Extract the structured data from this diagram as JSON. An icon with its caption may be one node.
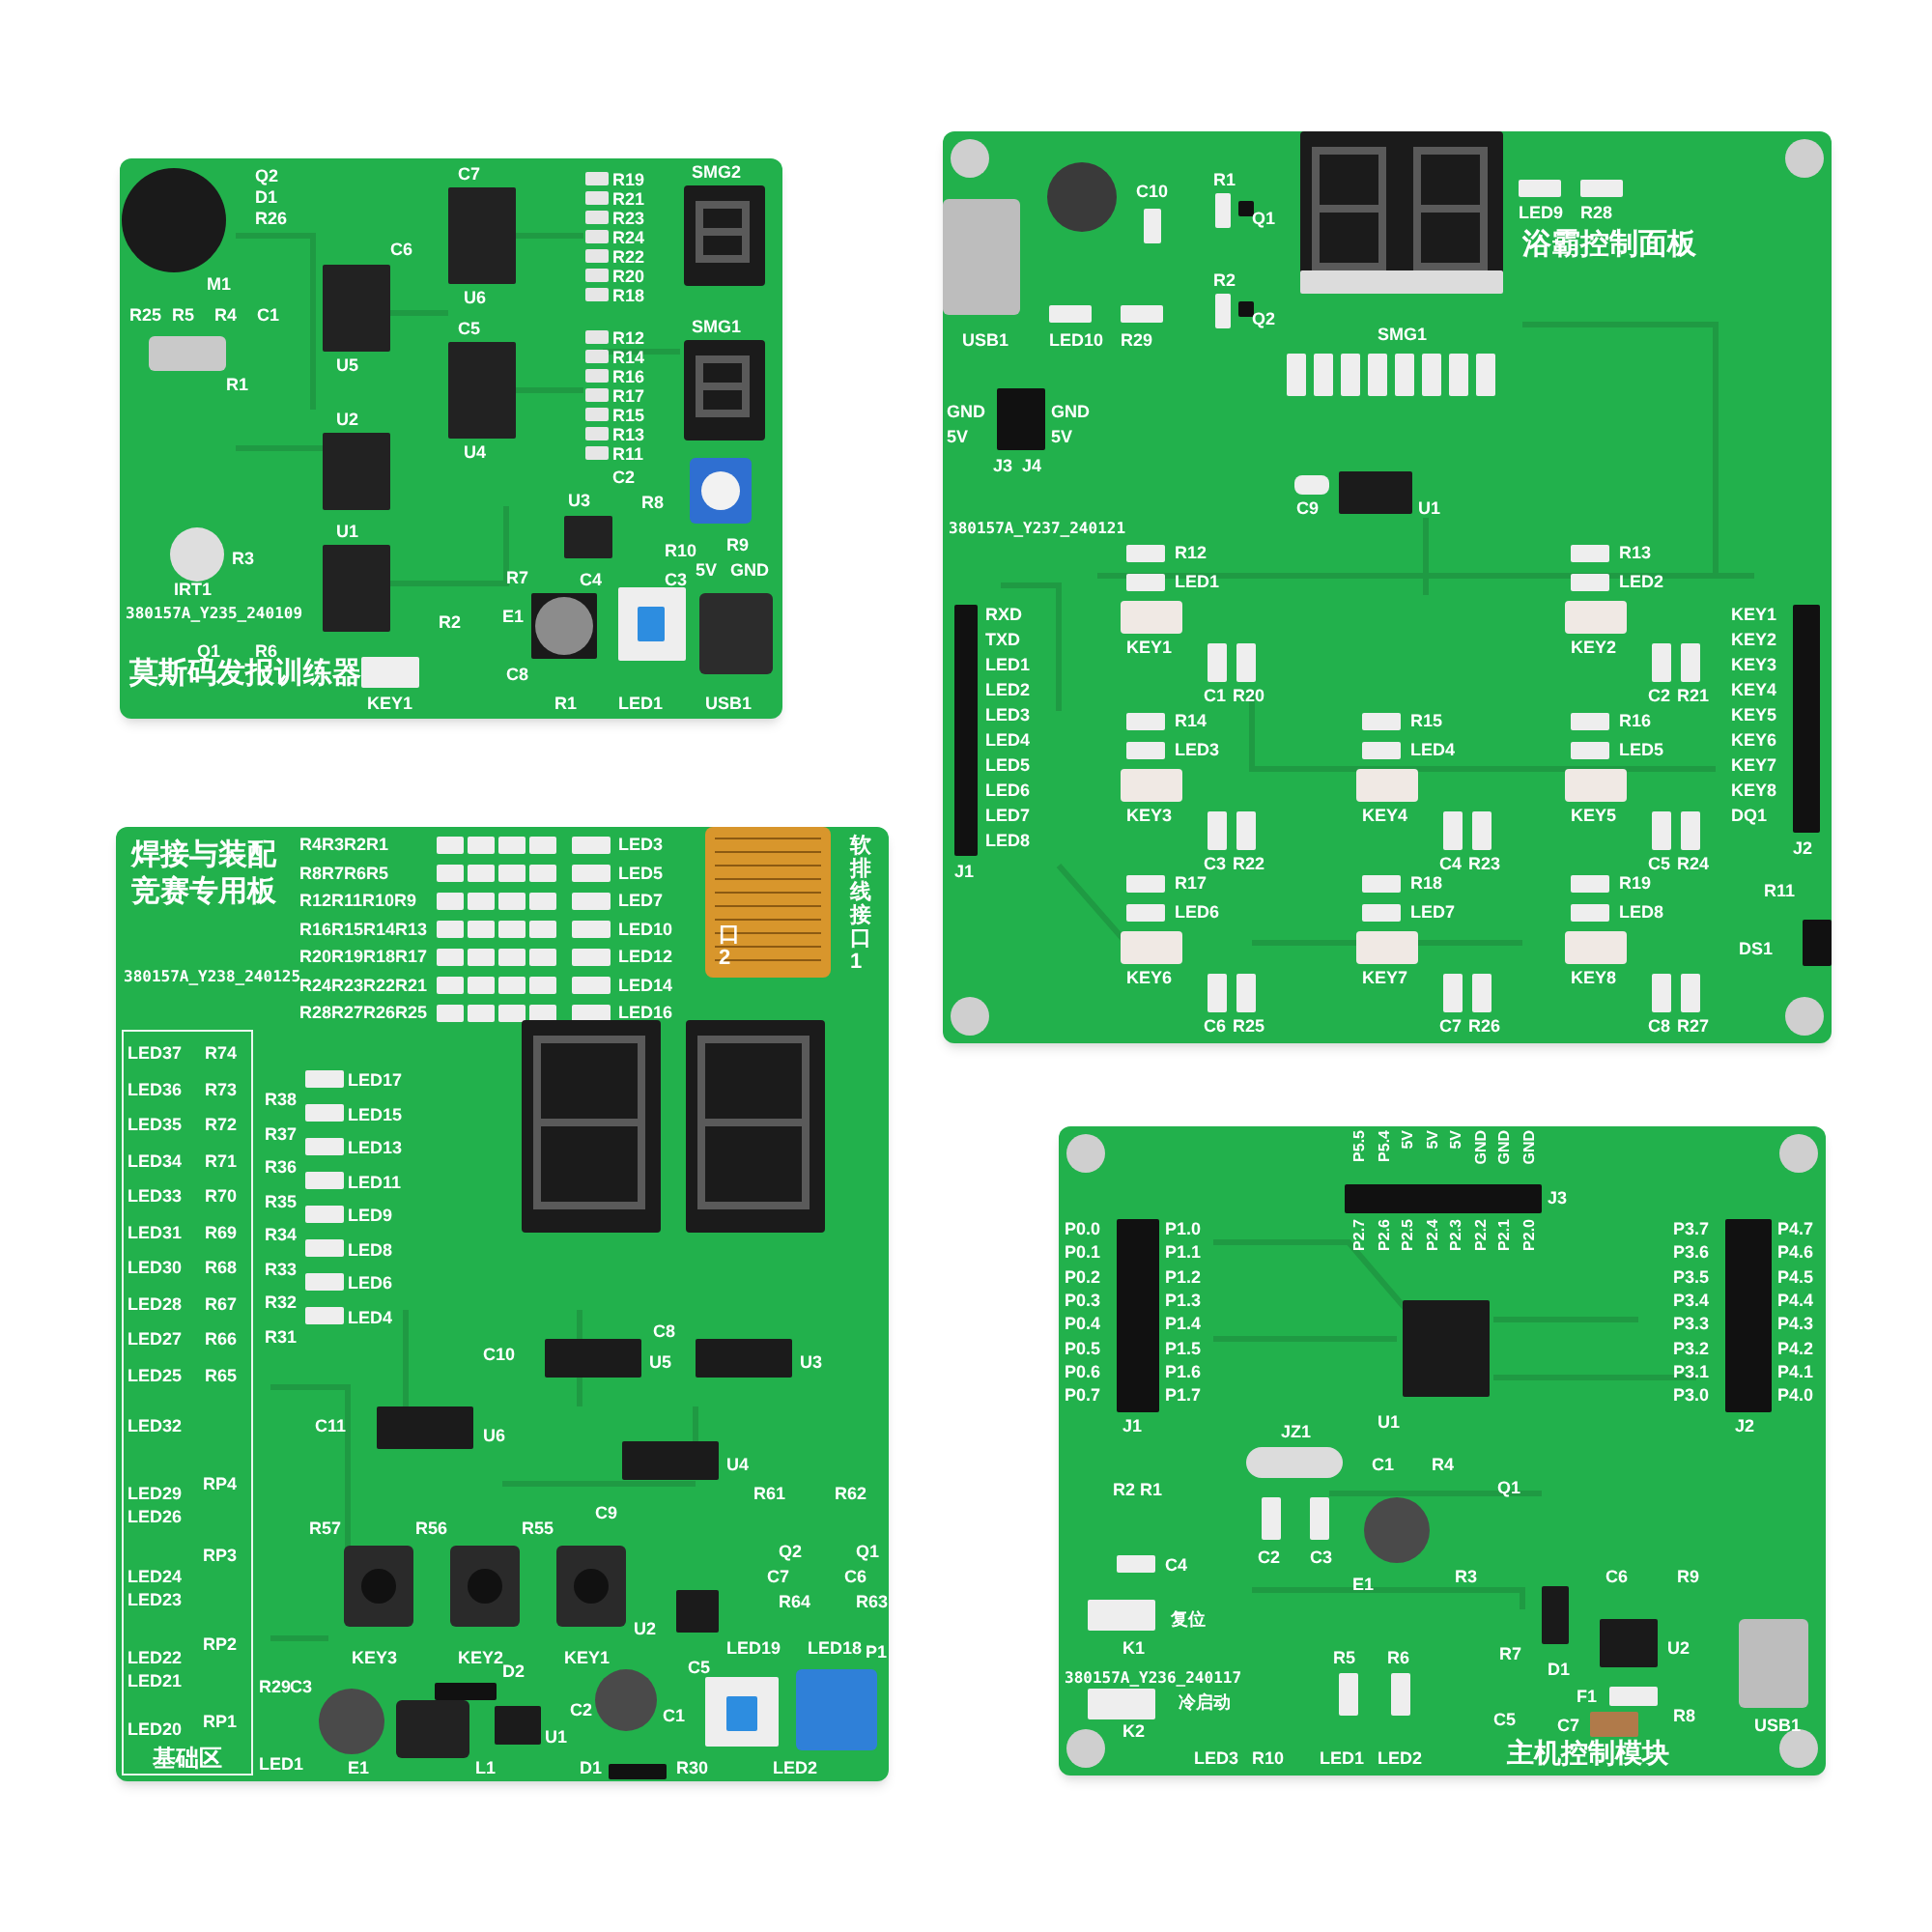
{
  "diagram": {
    "nodes": [
      {
        "text": [
          "莫斯码发报训练器"
        ]
      },
      {
        "text": [
          "浴霸控制面板"
        ]
      },
      {
        "text": [
          "焊接与装配竞赛专用板"
        ]
      },
      {
        "text": [
          "主机控制模块"
        ]
      },
      {
        "text": [
          "基础区"
        ],
        "in": 2
      }
    ],
    "labels": [
      "Q2",
      "D1",
      "R26",
      "M1",
      "R25",
      "R5",
      "R4",
      "C1",
      "R1",
      "C6",
      "U5",
      "C7",
      "U6",
      "R19",
      "R21",
      "R23",
      "R24",
      "R22",
      "R20",
      "R18",
      "SMG2",
      "C5",
      "U4",
      "R12",
      "R14",
      "R16",
      "R17",
      "R15",
      "R13",
      "R11",
      "SMG1",
      "U2",
      "U1",
      "R3",
      "IRT1",
      "380157A_Y235_240109",
      "Q1",
      "R6",
      "R2",
      "C2",
      "U3",
      "R8",
      "R7",
      "R10",
      "R9",
      "C4",
      "C3",
      "5V",
      "GND",
      "E1",
      "C8",
      "KEY1",
      "R1",
      "LED1",
      "USB1",
      "R1",
      "Q1",
      "C10",
      "USB1",
      "LED10",
      "R29",
      "R2",
      "Q2",
      "SMG1",
      "LED9",
      "R28",
      "GND",
      "5V",
      "GND",
      "5V",
      "J3",
      "J4",
      "C9",
      "U1",
      "380157A_Y237_240121",
      "R12",
      "LED1",
      "KEY1",
      "C1",
      "R20",
      "R13",
      "LED2",
      "KEY2",
      "C2",
      "R21",
      "RXD",
      "TXD",
      "LED1",
      "LED2",
      "LED3",
      "LED4",
      "LED5",
      "LED6",
      "LED7",
      "LED8",
      "J1",
      "R14",
      "LED3",
      "KEY3",
      "C3",
      "R22",
      "R15",
      "LED4",
      "KEY4",
      "C4",
      "R23",
      "R16",
      "LED5",
      "KEY5",
      "C5",
      "R24",
      "KEY1",
      "KEY2",
      "KEY3",
      "KEY4",
      "KEY5",
      "KEY6",
      "KEY7",
      "KEY8",
      "DQ1",
      "J2",
      "R17",
      "LED6",
      "KEY6",
      "C6",
      "R25",
      "R18",
      "LED7",
      "KEY7",
      "C7",
      "R26",
      "R19",
      "LED8",
      "KEY8",
      "C8",
      "R27",
      "R11",
      "DS1",
      "R4R3R2R1",
      "R8R7R6R5",
      "R12R11R10R9",
      "R16R15R14R13",
      "R20R19R18R17",
      "R24R23R22R21",
      "R28R27R26R25",
      "LED3",
      "LED5",
      "LED7",
      "LED10",
      "LED12",
      "LED14",
      "LED16",
      "软排线接口1",
      "口2",
      "380157A_Y238_240125",
      "LED37",
      "R74",
      "LED36",
      "R73",
      "LED35",
      "R72",
      "LED34",
      "R71",
      "LED33",
      "R70",
      "LED31",
      "R69",
      "LED30",
      "R68",
      "LED28",
      "R67",
      "LED27",
      "R66",
      "LED25",
      "R65",
      "LED32",
      "LED29",
      "RP4",
      "LED26",
      "LED24",
      "RP3",
      "LED23",
      "LED22",
      "RP2",
      "LED21",
      "LED20",
      "RP1",
      "LED17",
      "LED15",
      "LED13",
      "LED11",
      "LED9",
      "LED8",
      "LED6",
      "LED4",
      "R38",
      "R37",
      "R36",
      "R35",
      "R34",
      "R33",
      "R32",
      "R31",
      "C10",
      "U5",
      "C8",
      "U3",
      "C11",
      "U6",
      "U4",
      "C9",
      "R61",
      "R62",
      "Q2",
      "Q1",
      "C7",
      "C6",
      "R64",
      "R63",
      "R57",
      "R56",
      "R55",
      "KEY3",
      "KEY2",
      "KEY1",
      "U2",
      "LED19",
      "LED18",
      "P1",
      "D2",
      "R29",
      "C3",
      "C2",
      "U1",
      "C1",
      "C5",
      "LED1",
      "E1",
      "L1",
      "D1",
      "R30",
      "LED2",
      "P5.5",
      "P5.4",
      "5V",
      "5V",
      "5V",
      "GND",
      "GND",
      "GND",
      "J3",
      "P2.7",
      "P2.6",
      "P2.5",
      "P2.4",
      "P2.3",
      "P2.2",
      "P2.1",
      "P2.0",
      "P0.0",
      "P0.1",
      "P0.2",
      "P0.3",
      "P0.4",
      "P0.5",
      "P0.6",
      "P0.7",
      "P1.0",
      "P1.1",
      "P1.2",
      "P1.3",
      "P1.4",
      "P1.5",
      "P1.6",
      "P1.7",
      "P3.7",
      "P3.6",
      "P3.5",
      "P3.4",
      "P3.3",
      "P3.2",
      "P3.1",
      "P3.0",
      "P4.7",
      "P4.6",
      "P4.5",
      "P4.4",
      "P4.3",
      "P4.2",
      "P4.1",
      "P4.0",
      "J1",
      "U1",
      "J2",
      "JZ1",
      "C1",
      "R4",
      "R2",
      "R1",
      "Q1",
      "C2",
      "C3",
      "E1",
      "R3",
      "C4",
      "复位",
      "K1",
      "380157A_Y236_240117",
      "冷启动",
      "K2",
      "R5",
      "R6",
      "R7",
      "D1",
      "C6",
      "R9",
      "U2",
      "F1",
      "C5",
      "C7",
      "R8",
      "USB1",
      "LED3",
      "R10",
      "LED1",
      "LED2"
    ]
  }
}
